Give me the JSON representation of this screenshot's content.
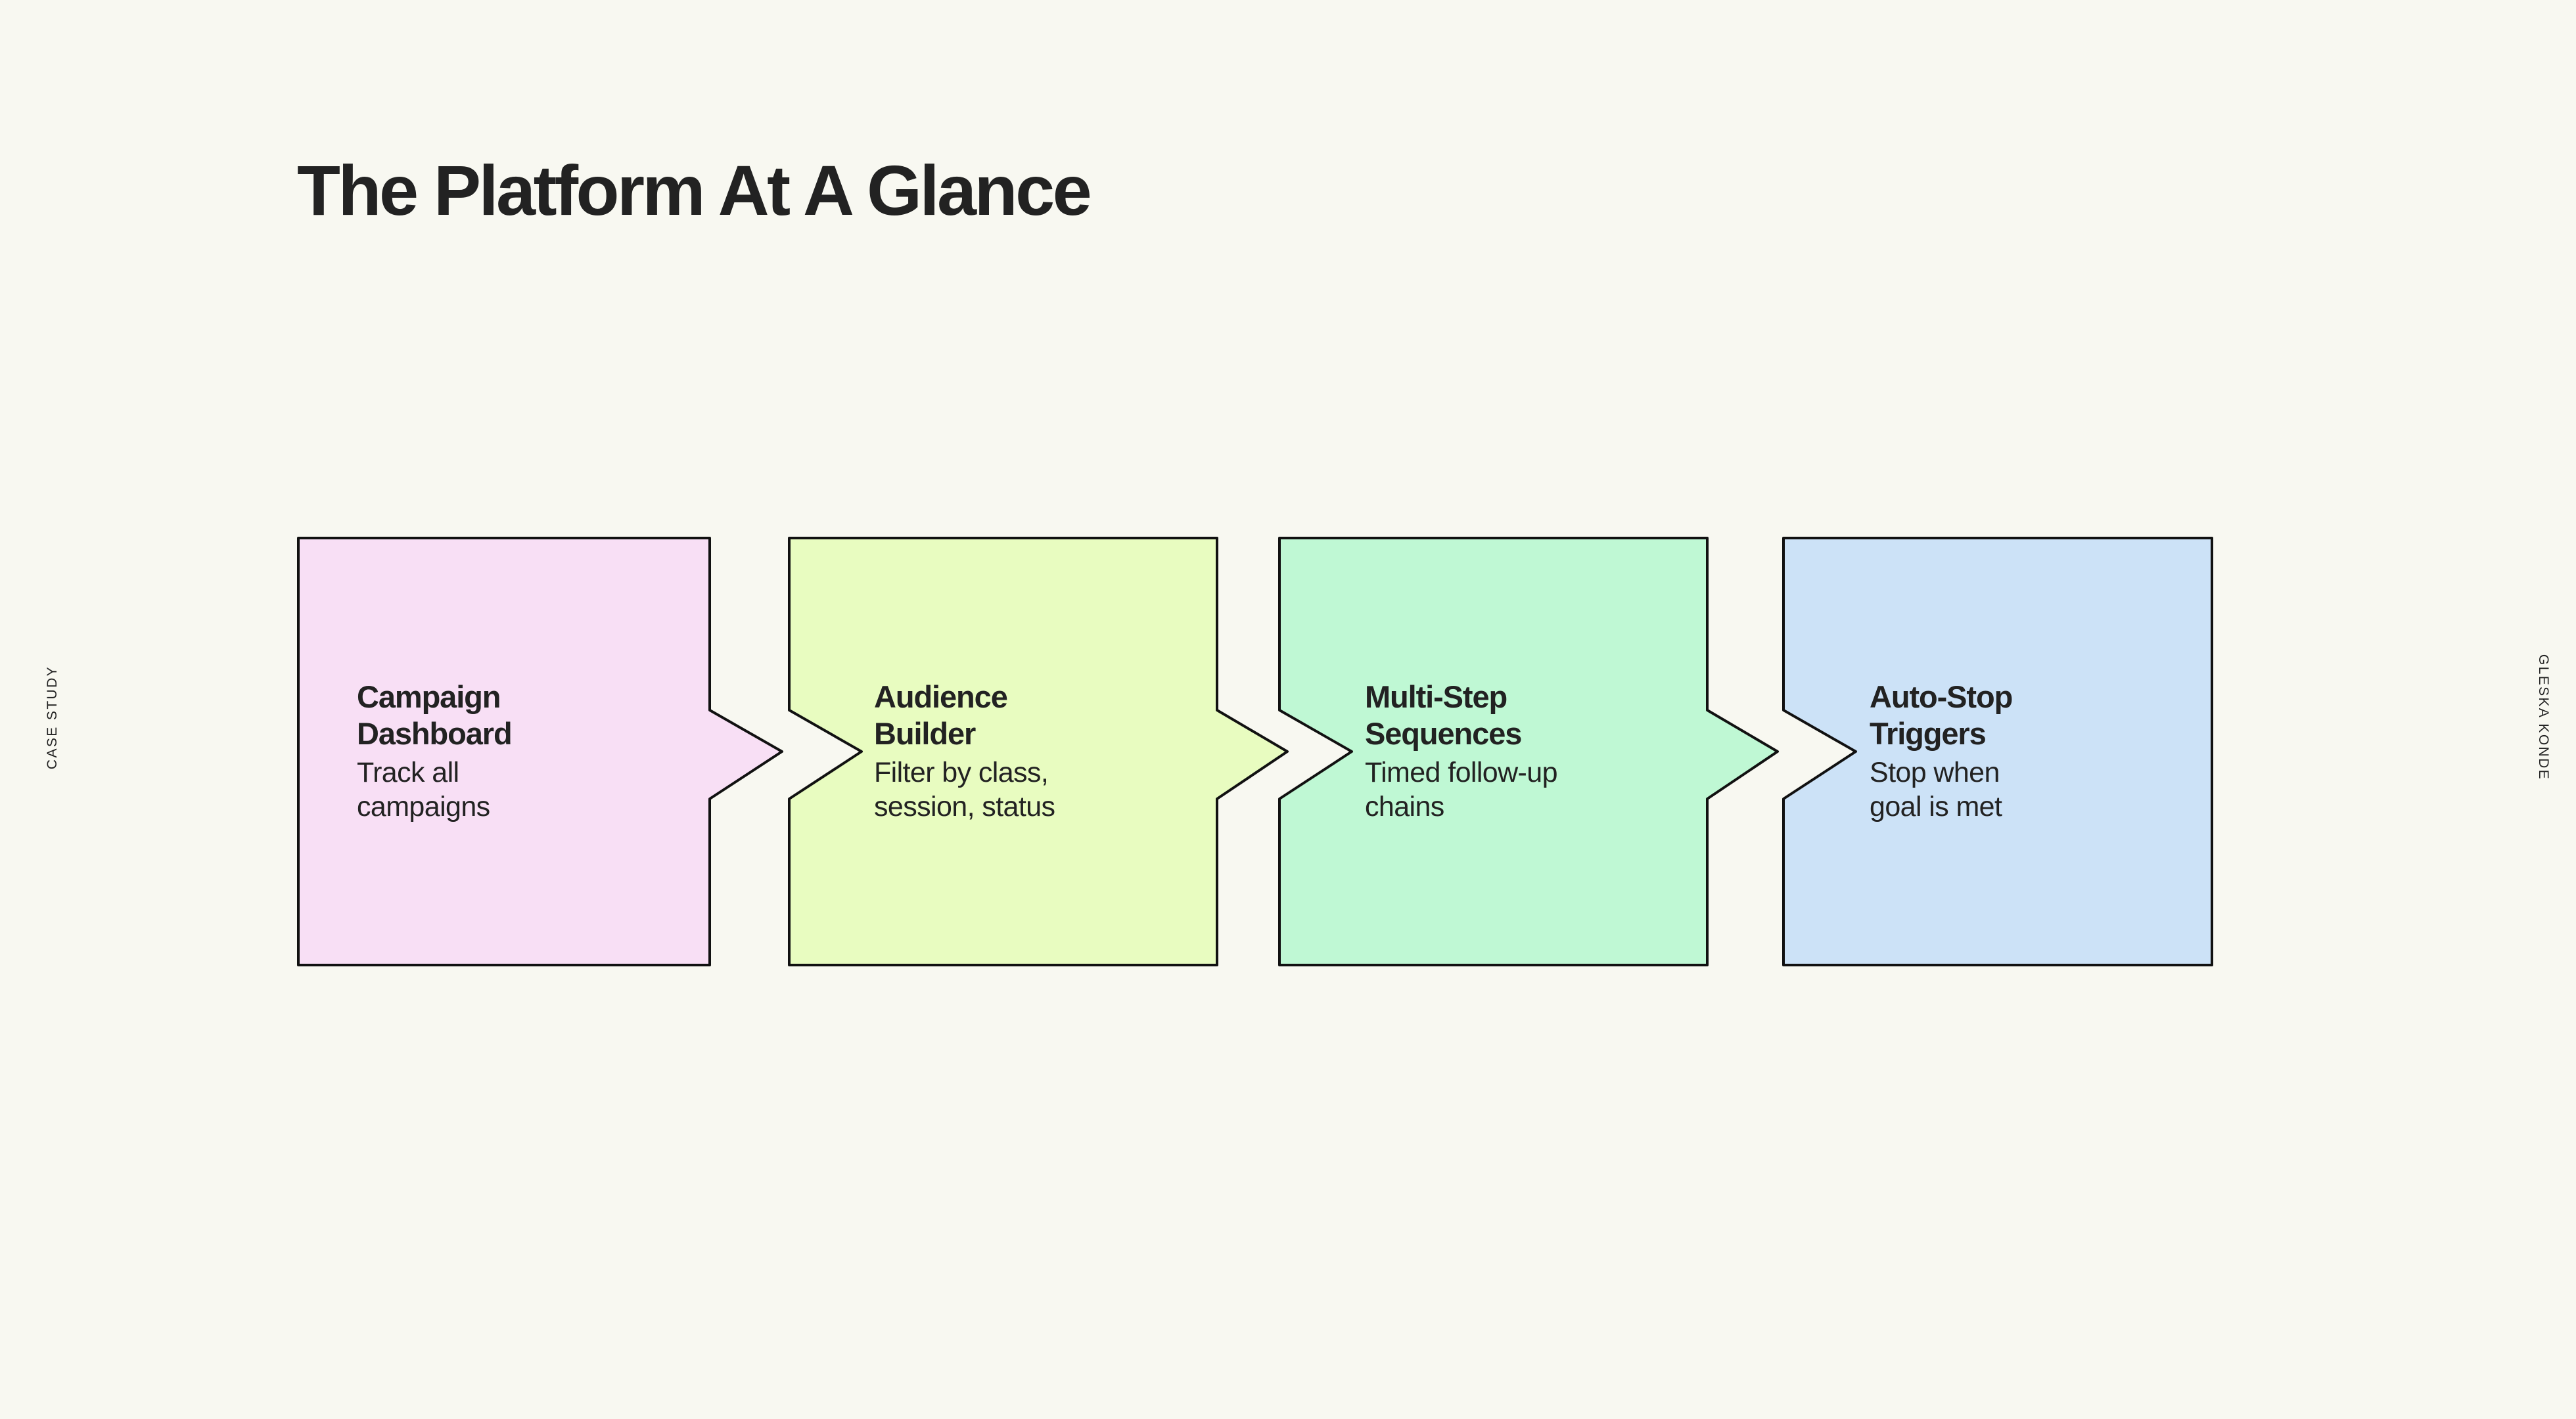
{
  "slide": {
    "title": "The Platform At A Glance",
    "background_color": "#F8F8F1",
    "ink_color": "#222222"
  },
  "side_labels": {
    "left": "CASE STUDY",
    "right": "GLESKA KONDE"
  },
  "flow": {
    "steps": [
      {
        "heading": "Campaign Dashboard",
        "heading_line1": "Campaign",
        "heading_line2": "Dashboard",
        "description": "Track all campaigns",
        "description_line1": "Track all",
        "description_line2": "campaigns",
        "fill_color": "#F8DFF5",
        "stroke_color": "#111111",
        "has_left_notch": false,
        "has_right_point": true
      },
      {
        "heading": "Audience Builder",
        "heading_line1": "Audience",
        "heading_line2": "Builder",
        "description": "Filter by class, session, status",
        "description_line1": "Filter by class,",
        "description_line2": "session, status",
        "fill_color": "#E8FCC0",
        "stroke_color": "#111111",
        "has_left_notch": true,
        "has_right_point": true
      },
      {
        "heading": "Multi-Step Sequences",
        "heading_line1": "Multi-Step",
        "heading_line2": "Sequences",
        "description": "Timed follow-up chains",
        "description_line1": "Timed follow-up",
        "description_line2": "chains",
        "fill_color": "#BFF8D4",
        "stroke_color": "#111111",
        "has_left_notch": true,
        "has_right_point": true
      },
      {
        "heading": "Auto-Stop Triggers",
        "heading_line1": "Auto-Stop",
        "heading_line2": "Triggers",
        "description": "Stop when goal is met",
        "description_line1": "Stop when",
        "description_line2": "goal is met",
        "fill_color": "#CCE2F7",
        "stroke_color": "#111111",
        "has_left_notch": true,
        "has_right_point": false
      }
    ]
  }
}
